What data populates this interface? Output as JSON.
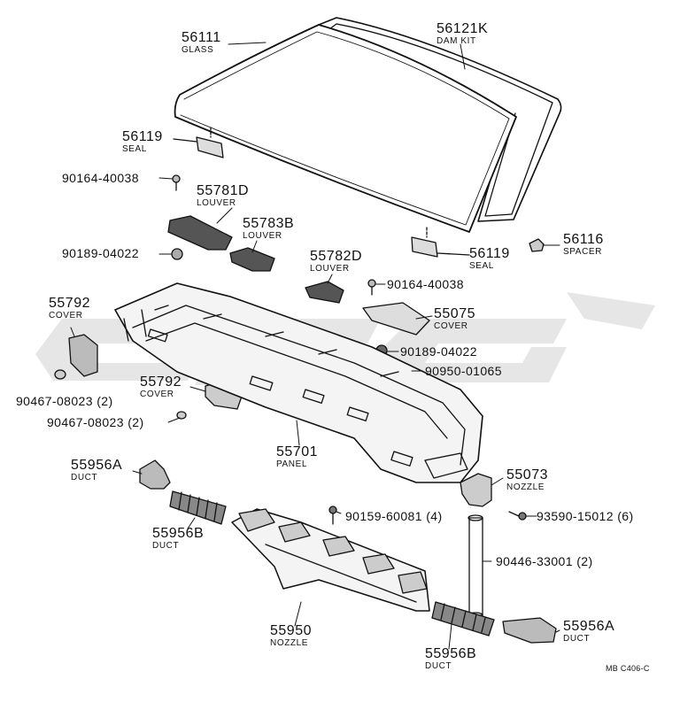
{
  "watermark": {
    "text": "GSG",
    "color": "#e6e6e6"
  },
  "footer_code": "MB C406-C",
  "callouts": [
    {
      "id": "glass",
      "number": "56111",
      "desc": "GLASS"
    },
    {
      "id": "dam-kit",
      "number": "56121K",
      "desc": "DAM KIT"
    },
    {
      "id": "seal-upper",
      "number": "56119",
      "desc": "SEAL"
    },
    {
      "id": "bolt-upper",
      "number": "90164-40038",
      "desc": ""
    },
    {
      "id": "louver-d",
      "number": "55781D",
      "desc": "LOUVER"
    },
    {
      "id": "louver-b",
      "number": "55783B",
      "desc": "LOUVER"
    },
    {
      "id": "clip-upper",
      "number": "90189-04022",
      "desc": ""
    },
    {
      "id": "seal-lower",
      "number": "56119",
      "desc": "SEAL"
    },
    {
      "id": "spacer",
      "number": "56116",
      "desc": "SPACER"
    },
    {
      "id": "louver-782",
      "number": "55782D",
      "desc": "LOUVER"
    },
    {
      "id": "bolt-lower",
      "number": "90164-40038",
      "desc": ""
    },
    {
      "id": "cover-left",
      "number": "55792",
      "desc": "COVER"
    },
    {
      "id": "cover-right",
      "number": "55075",
      "desc": "COVER"
    },
    {
      "id": "clip-lower",
      "number": "90189-04022",
      "desc": ""
    },
    {
      "id": "nut",
      "number": "90950-01065",
      "desc": ""
    },
    {
      "id": "grommet-left",
      "number": "90467-08023 (2)",
      "desc": ""
    },
    {
      "id": "cover-mid",
      "number": "55792",
      "desc": "COVER"
    },
    {
      "id": "grommet-mid",
      "number": "90467-08023 (2)",
      "desc": ""
    },
    {
      "id": "panel",
      "number": "55701",
      "desc": "PANEL"
    },
    {
      "id": "duct-a-upper",
      "number": "55956A",
      "desc": "DUCT"
    },
    {
      "id": "nozzle-73",
      "number": "55073",
      "desc": "NOZZLE"
    },
    {
      "id": "screw-90159",
      "number": "90159-60081 (4)",
      "desc": ""
    },
    {
      "id": "screw-93590",
      "number": "93590-15012 (6)",
      "desc": ""
    },
    {
      "id": "duct-b-upper",
      "number": "55956B",
      "desc": "DUCT"
    },
    {
      "id": "hose",
      "number": "90446-33001 (2)",
      "desc": ""
    },
    {
      "id": "nozzle-50",
      "number": "55950",
      "desc": "NOZZLE"
    },
    {
      "id": "duct-a-lower",
      "number": "55956A",
      "desc": "DUCT"
    },
    {
      "id": "duct-b-lower",
      "number": "55956B",
      "desc": "DUCT"
    }
  ]
}
